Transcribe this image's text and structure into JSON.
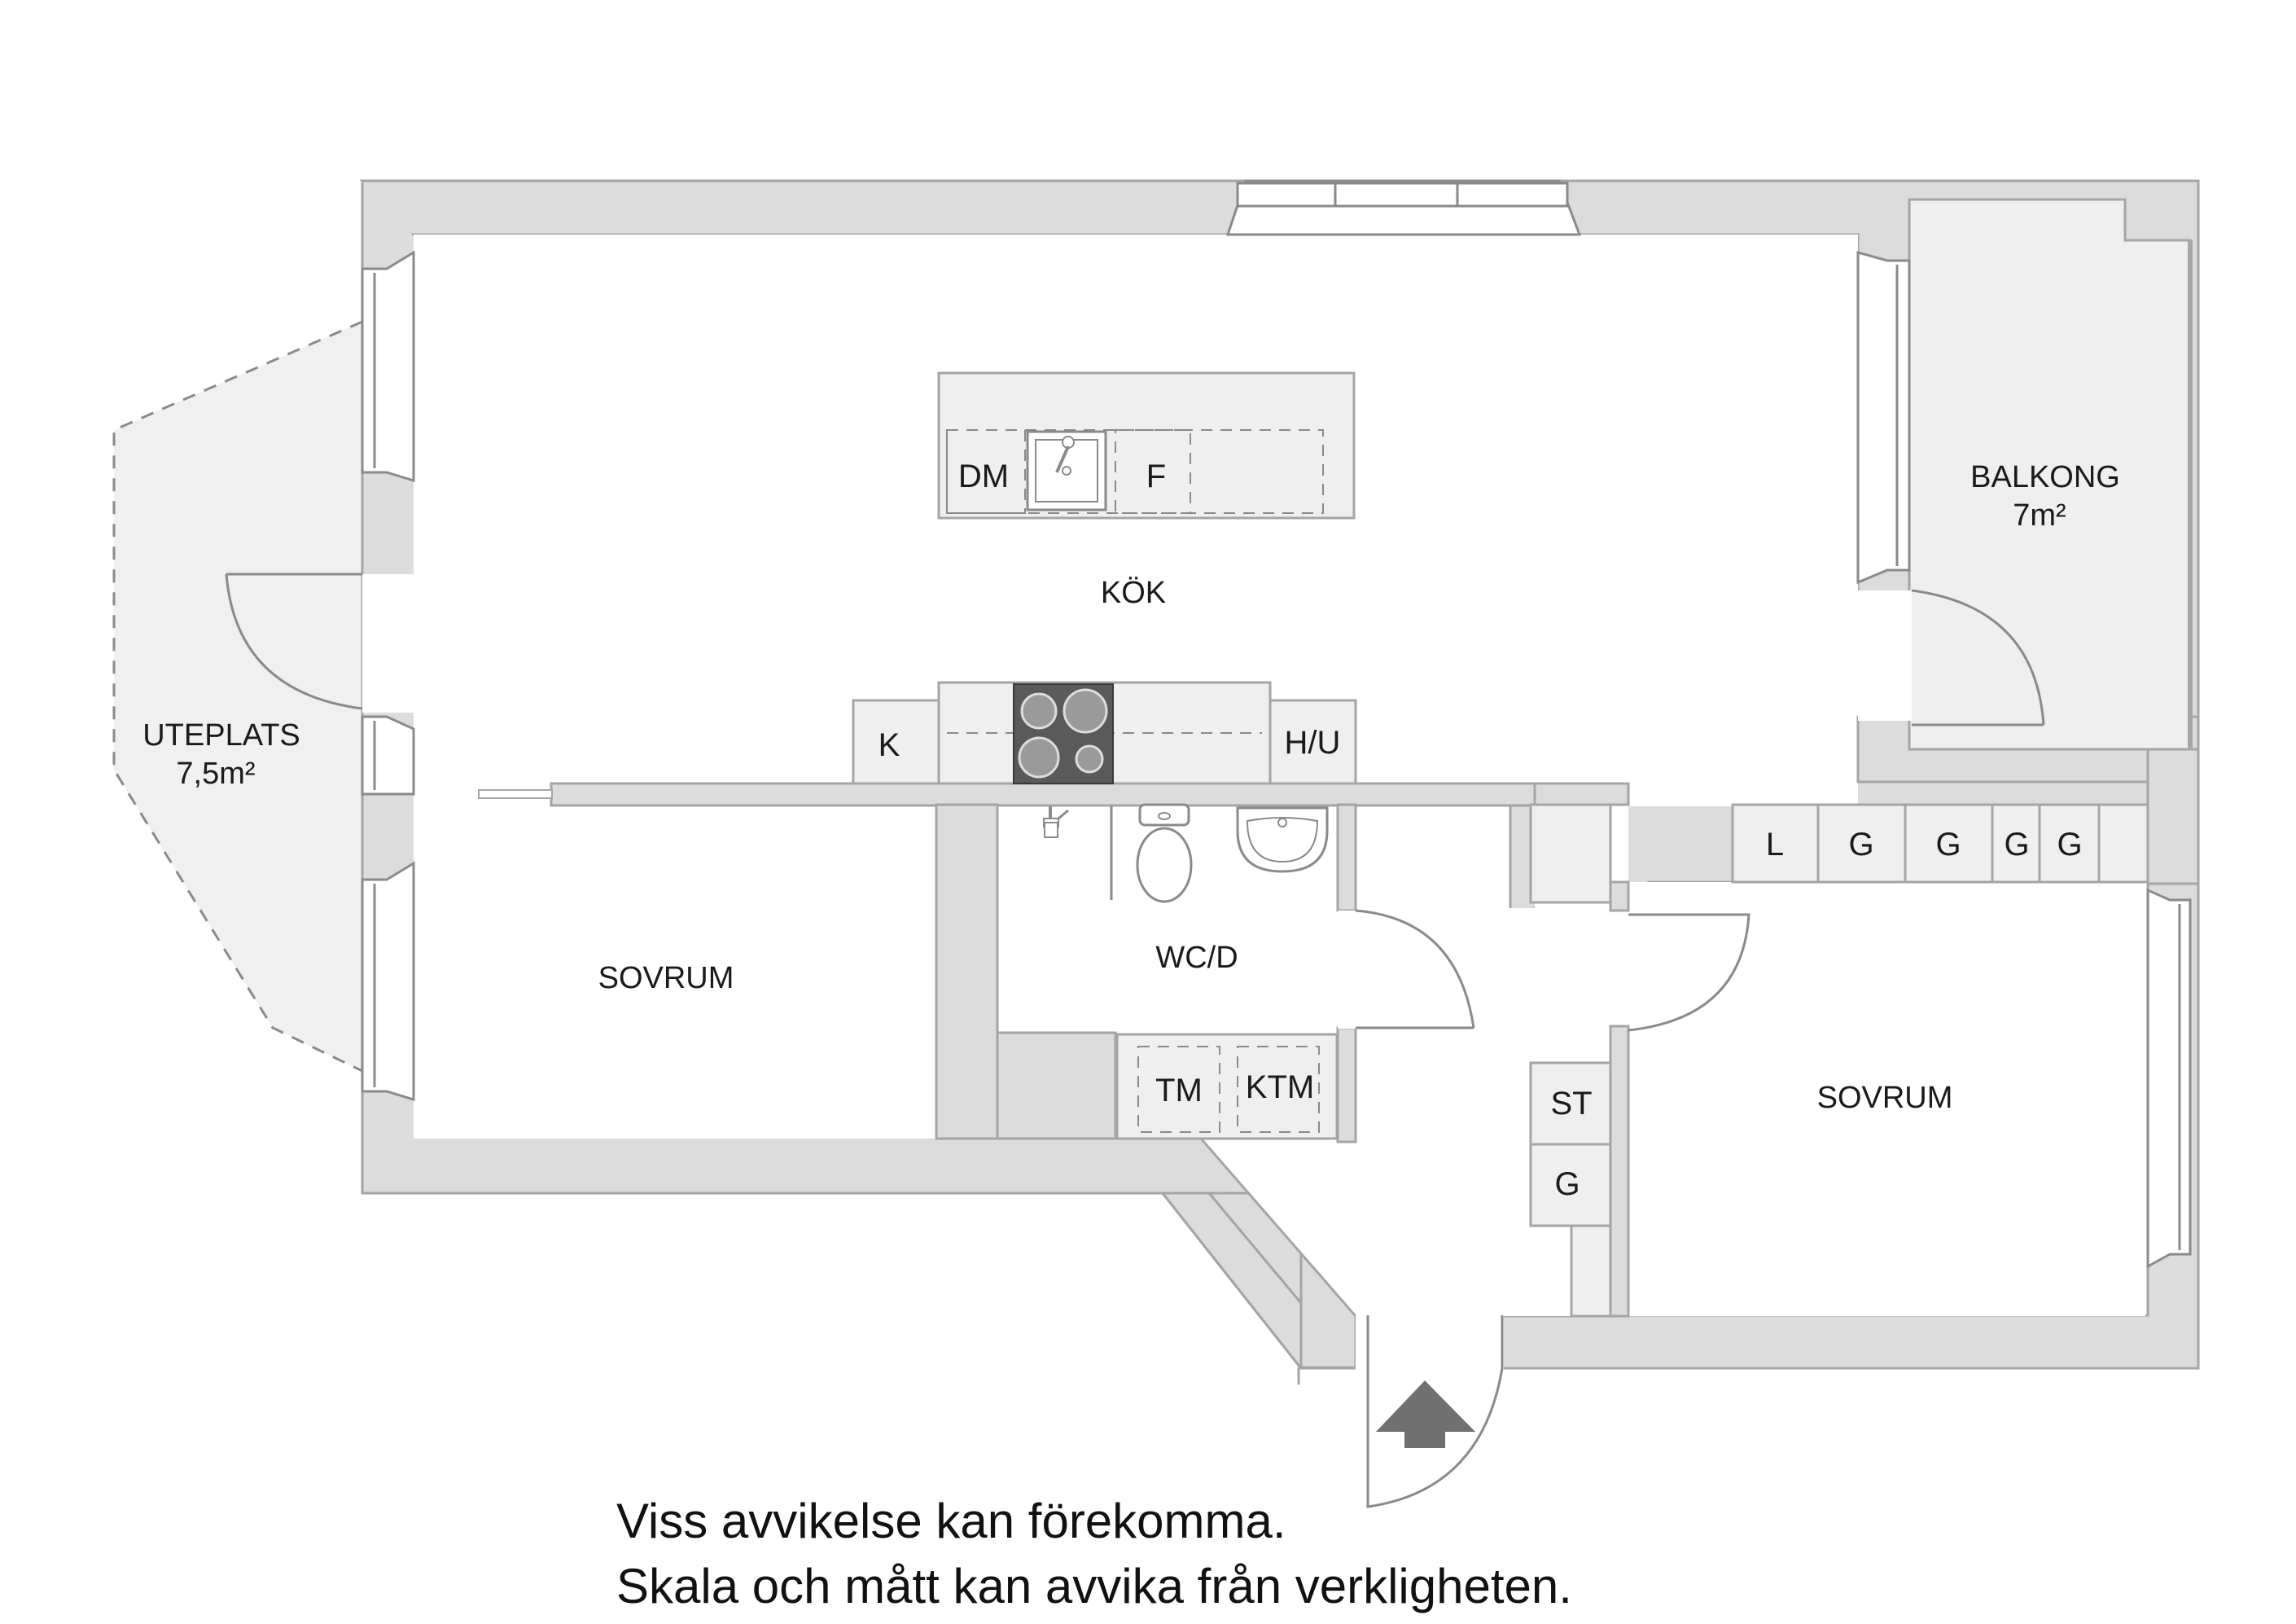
{
  "rooms": {
    "kok": "KÖK",
    "sovrum_left": "SOVRUM",
    "sovrum_right": "SOVRUM",
    "wc": "WC/D",
    "balkong": "BALKONG",
    "balkong_area": "7m²",
    "uteplats": "UTEPLATS",
    "uteplats_area": "7,5m²"
  },
  "fixtures": {
    "dm": "DM",
    "f": "F",
    "k": "K",
    "hu": "H/U",
    "tm": "TM",
    "ktm": "KTM",
    "st": "ST",
    "g_hall": "G",
    "l": "L",
    "g1": "G",
    "g2": "G",
    "g3": "G",
    "g4": "G"
  },
  "disclaimer": {
    "line1": "Viss avvikelse kan förekomma.",
    "line2": "Skala och mått kan avvika från verkligheten."
  },
  "colors": {
    "wall": "#dcdcdc",
    "wall_stroke": "#a5a5a5",
    "fixture": "#efefef",
    "floor": "#ffffff",
    "hob": "#5a5a5a",
    "arrow": "#707070"
  }
}
